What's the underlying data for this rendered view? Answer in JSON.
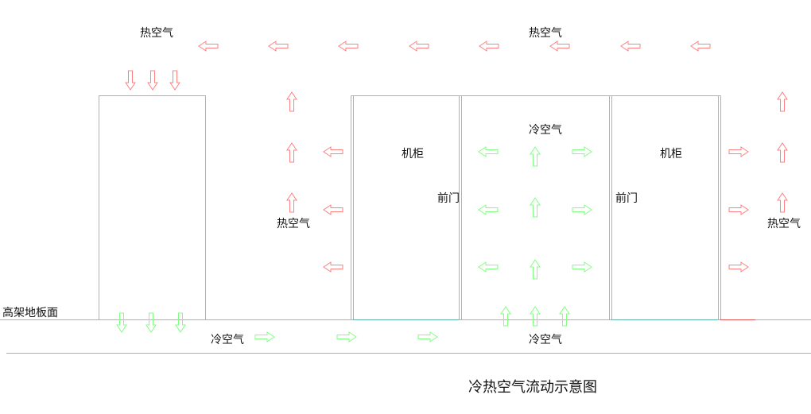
{
  "title": "冷热空气流动示意图",
  "labels": {
    "hot_air": "热空气",
    "cold_air": "冷空气",
    "cabinet": "机柜",
    "front_door": "前门",
    "raised_floor": "高架地板面"
  },
  "colors": {
    "hot": "#ff8080",
    "cold": "#80ff80",
    "outline": "#b0b0b0",
    "floor_edge_teal": "#5fb0a8",
    "floor_edge_red": "#e05050"
  }
}
